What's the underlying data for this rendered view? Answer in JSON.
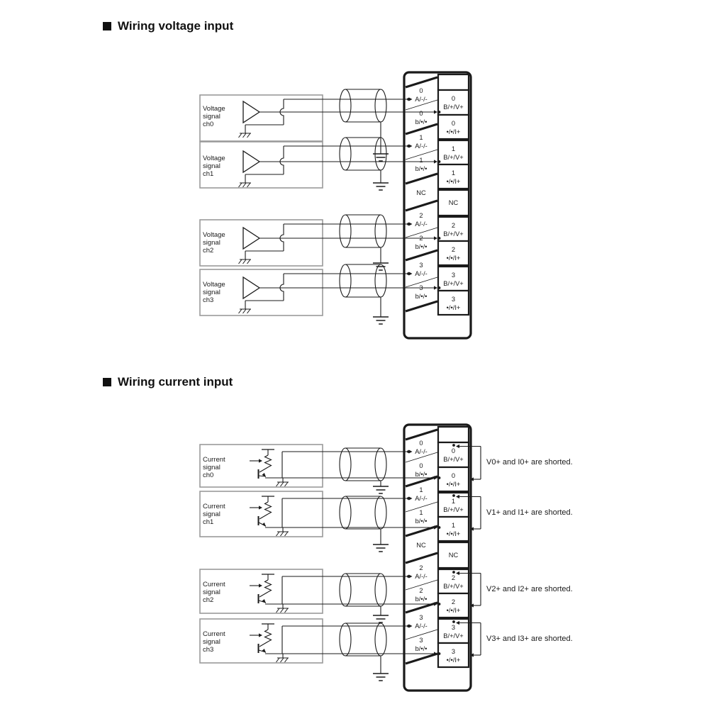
{
  "page": {
    "background": "#ffffff"
  },
  "colors": {
    "line": "#1a1a1a",
    "box_outline": "#9a9a9a",
    "text": "#1a1a1a"
  },
  "sections": [
    {
      "id": "voltage",
      "title": "Wiring voltage input",
      "sources": [
        {
          "lines": [
            "Voltage",
            "signal",
            "ch0"
          ]
        },
        {
          "lines": [
            "Voltage",
            "signal",
            "ch1"
          ]
        },
        {
          "lines": [
            "Voltage",
            "signal",
            "ch2"
          ]
        },
        {
          "lines": [
            "Voltage",
            "signal",
            "ch3"
          ]
        }
      ]
    },
    {
      "id": "current",
      "title": "Wiring current input",
      "sources": [
        {
          "lines": [
            "Current",
            "signal",
            "ch0"
          ]
        },
        {
          "lines": [
            "Current",
            "signal",
            "ch1"
          ]
        },
        {
          "lines": [
            "Current",
            "signal",
            "ch2"
          ]
        },
        {
          "lines": [
            "Current",
            "signal",
            "ch3"
          ]
        }
      ],
      "notes": [
        "V0+ and I0+ are shorted.",
        "V1+ and I1+ are shorted.",
        "V2+ and I2+ are shorted.",
        "V3+ and I3+ are shorted."
      ]
    }
  ],
  "terminal_block": {
    "left_cells": [
      {
        "num": "0",
        "label": "A/-/-"
      },
      {
        "num": "0",
        "label": "b/•/•"
      },
      {
        "num": "1",
        "label": "A/-/-"
      },
      {
        "num": "1",
        "label": "b/•/•"
      },
      {
        "num": "",
        "label": "NC"
      },
      {
        "num": "2",
        "label": "A/-/-"
      },
      {
        "num": "2",
        "label": "b/•/•"
      },
      {
        "num": "3",
        "label": "A/-/-"
      },
      {
        "num": "3",
        "label": "b/•/•"
      }
    ],
    "right_cells": [
      {
        "num": "",
        "label": ""
      },
      {
        "num": "0",
        "label": "B/+/V+"
      },
      {
        "num": "0",
        "label": "•/•/I+"
      },
      {
        "num": "1",
        "label": "B/+/V+"
      },
      {
        "num": "1",
        "label": "•/•/I+"
      },
      {
        "num": "",
        "label": "NC"
      },
      {
        "num": "2",
        "label": "B/+/V+"
      },
      {
        "num": "2",
        "label": "•/•/I+"
      },
      {
        "num": "3",
        "label": "B/+/V+"
      },
      {
        "num": "3",
        "label": "•/•/I+"
      }
    ]
  }
}
